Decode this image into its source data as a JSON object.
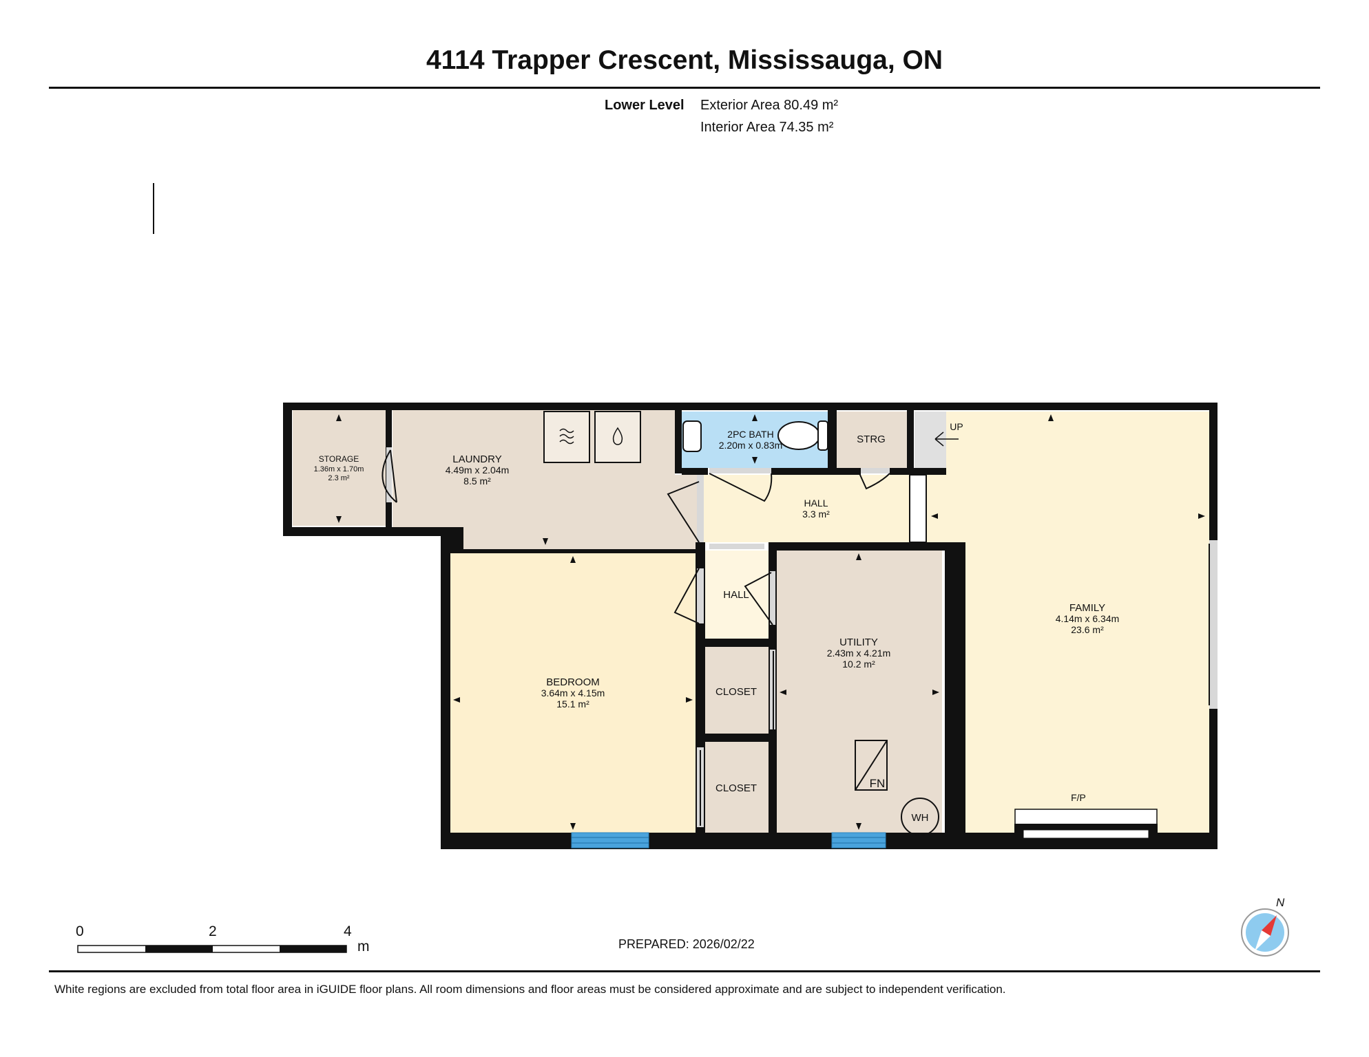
{
  "header": {
    "title": "4114 Trapper Crescent, Mississauga, ON",
    "level": "Lower Level",
    "exterior_area": "Exterior Area 80.49 m²",
    "interior_area": "Interior Area 74.35 m²"
  },
  "rooms": {
    "storage": {
      "name": "STORAGE",
      "dims": "1.36m x 1.70m",
      "area": "2.3 m²"
    },
    "laundry": {
      "name": "LAUNDRY",
      "dims": "4.49m x 2.04m",
      "area": "8.5 m²"
    },
    "bath": {
      "name": "2PC BATH",
      "dims": "2.20m x 0.83m"
    },
    "strg": {
      "name": "STRG"
    },
    "up": {
      "name": "UP"
    },
    "hall_upper": {
      "name": "HALL",
      "area": "3.3 m²"
    },
    "hall_lower": {
      "name": "HALL"
    },
    "bedroom": {
      "name": "BEDROOM",
      "dims": "3.64m x 4.15m",
      "area": "15.1 m²"
    },
    "closet_1": {
      "name": "CLOSET"
    },
    "closet_2": {
      "name": "CLOSET"
    },
    "utility": {
      "name": "UTILITY",
      "dims": "2.43m x 4.21m",
      "area": "10.2 m²"
    },
    "family": {
      "name": "FAMILY",
      "dims": "4.14m x 6.34m",
      "area": "23.6 m²"
    }
  },
  "fixtures": {
    "furnace": "FN",
    "water_heater": "WH",
    "fireplace": "F/P"
  },
  "colors": {
    "wall": "#111111",
    "storage_fill": "#e8ddd0",
    "bedroom_fill": "#fdf0ce",
    "hall_fill": "#fef6e0",
    "bath_fill": "#b9dff5",
    "window": "#4aa3dc",
    "compass_red": "#e53935",
    "compass_blue": "#8ecbef"
  },
  "scale_bar": {
    "zero": "0",
    "two": "2",
    "four": "4",
    "unit": "m"
  },
  "prepared": "PREPARED: 2026/02/22",
  "compass": {
    "north": "N"
  },
  "footer": {
    "disclaimer": "White regions are excluded from total floor area in iGUIDE floor plans. All room dimensions and floor areas must be considered approximate and are subject to independent verification."
  }
}
